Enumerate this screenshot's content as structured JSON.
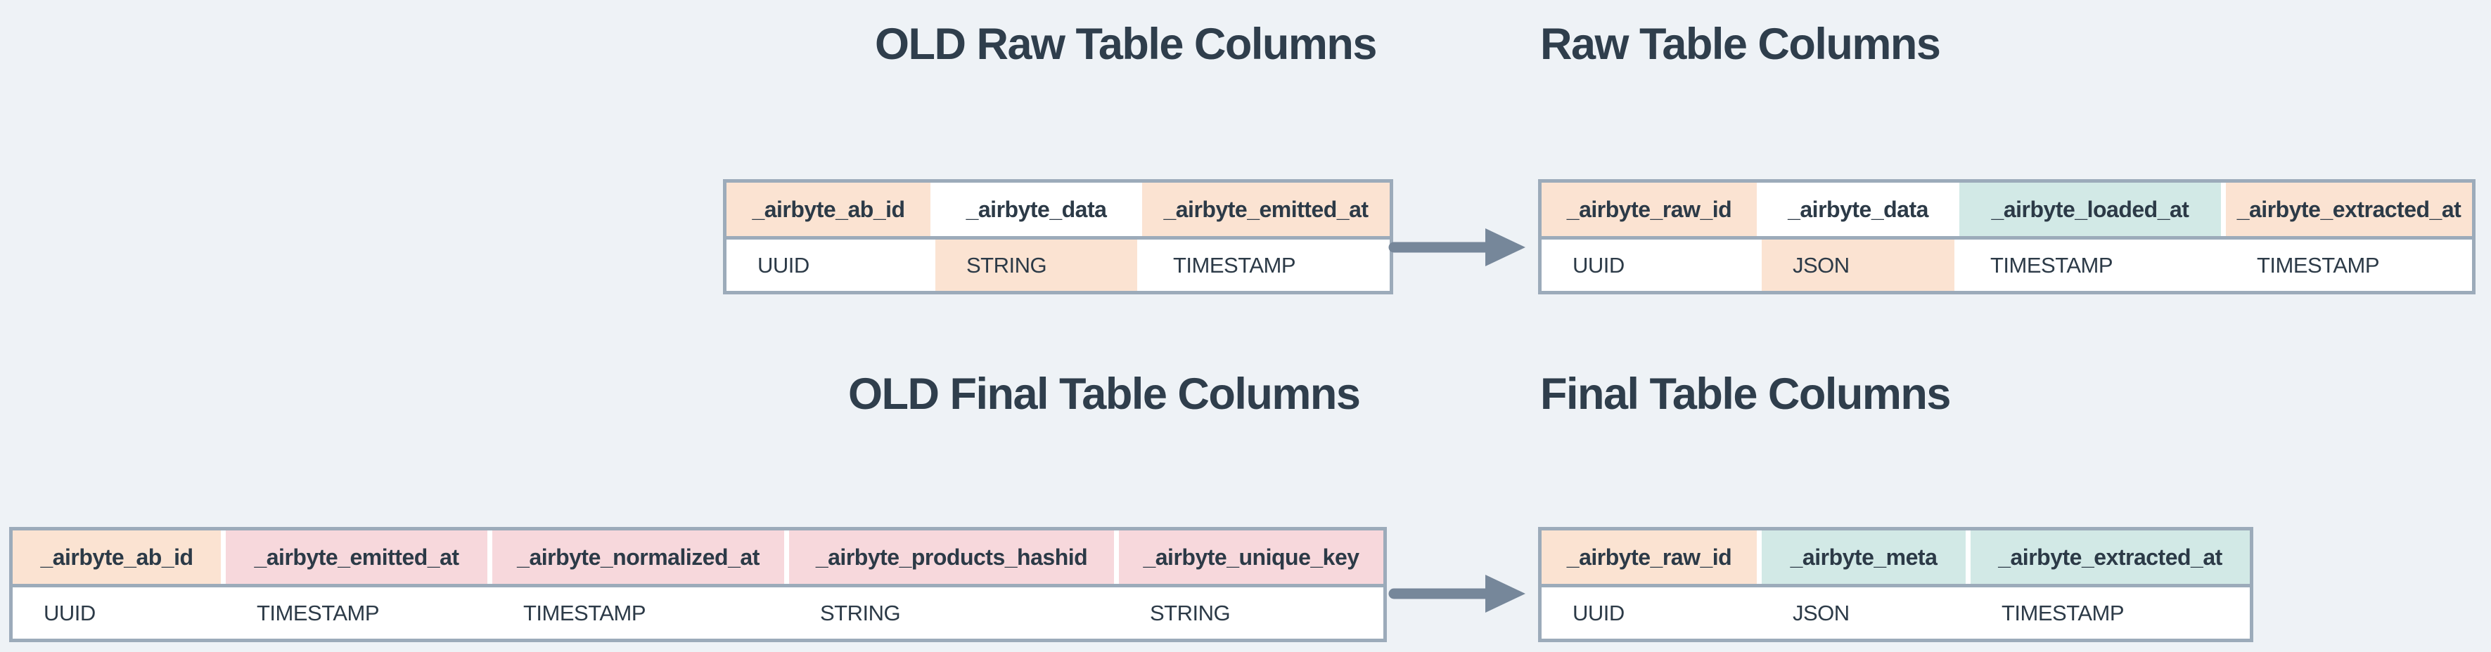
{
  "colors": {
    "background": "#eef2f6",
    "border": "#9cabba",
    "arrow": "#76879a",
    "text": "#2c3a47",
    "title": "#2f3e4c",
    "peach": "#fbe3d2",
    "pink": "#f7d8dc",
    "teal": "#d2e9e6",
    "white": "#ffffff"
  },
  "titles": {
    "old_raw": "OLD Raw Table Columns",
    "raw": "Raw Table Columns",
    "old_final": "OLD Final Table Columns",
    "final": "Final Table Columns"
  },
  "tables": {
    "old_raw": {
      "label": "OLD Raw Table",
      "cols": [
        {
          "header": "_airbyte_ab_id",
          "header_bg": "peach",
          "value": "UUID",
          "value_bg": "white"
        },
        {
          "header": "_airbyte_data",
          "header_bg": "white",
          "value": "STRING",
          "value_bg": "peach"
        },
        {
          "header": "_airbyte_emitted_at",
          "header_bg": "peach",
          "value": "TIMESTAMP",
          "value_bg": "white"
        }
      ]
    },
    "raw": {
      "label": "Raw Table",
      "cols": [
        {
          "header": "_airbyte_raw_id",
          "header_bg": "peach",
          "value": "UUID",
          "value_bg": "white"
        },
        {
          "header": "_airbyte_data",
          "header_bg": "white",
          "value": "JSON",
          "value_bg": "peach"
        },
        {
          "header": "_airbyte_loaded_at",
          "header_bg": "teal",
          "value": "TIMESTAMP",
          "value_bg": "white"
        },
        {
          "header": "_airbyte_extracted_at",
          "header_bg": "peach",
          "value": "TIMESTAMP",
          "value_bg": "white"
        }
      ]
    },
    "old_final": {
      "label": "OLD Final Table",
      "cols": [
        {
          "header": "_airbyte_ab_id",
          "header_bg": "peach",
          "value": "UUID",
          "value_bg": "white"
        },
        {
          "header": "_airbyte_emitted_at",
          "header_bg": "pink",
          "value": "TIMESTAMP",
          "value_bg": "white"
        },
        {
          "header": "_airbyte_normalized_at",
          "header_bg": "pink",
          "value": "TIMESTAMP",
          "value_bg": "white"
        },
        {
          "header": "_airbyte_products_hashid",
          "header_bg": "pink",
          "value": "STRING",
          "value_bg": "white"
        },
        {
          "header": "_airbyte_unique_key",
          "header_bg": "pink",
          "value": "STRING",
          "value_bg": "white"
        }
      ]
    },
    "final": {
      "label": "Final Table",
      "cols": [
        {
          "header": "_airbyte_raw_id",
          "header_bg": "peach",
          "value": "UUID",
          "value_bg": "white"
        },
        {
          "header": "_airbyte_meta",
          "header_bg": "teal",
          "value": "JSON",
          "value_bg": "white"
        },
        {
          "header": "_airbyte_extracted_at",
          "header_bg": "teal",
          "value": "TIMESTAMP",
          "value_bg": "white"
        }
      ]
    }
  }
}
